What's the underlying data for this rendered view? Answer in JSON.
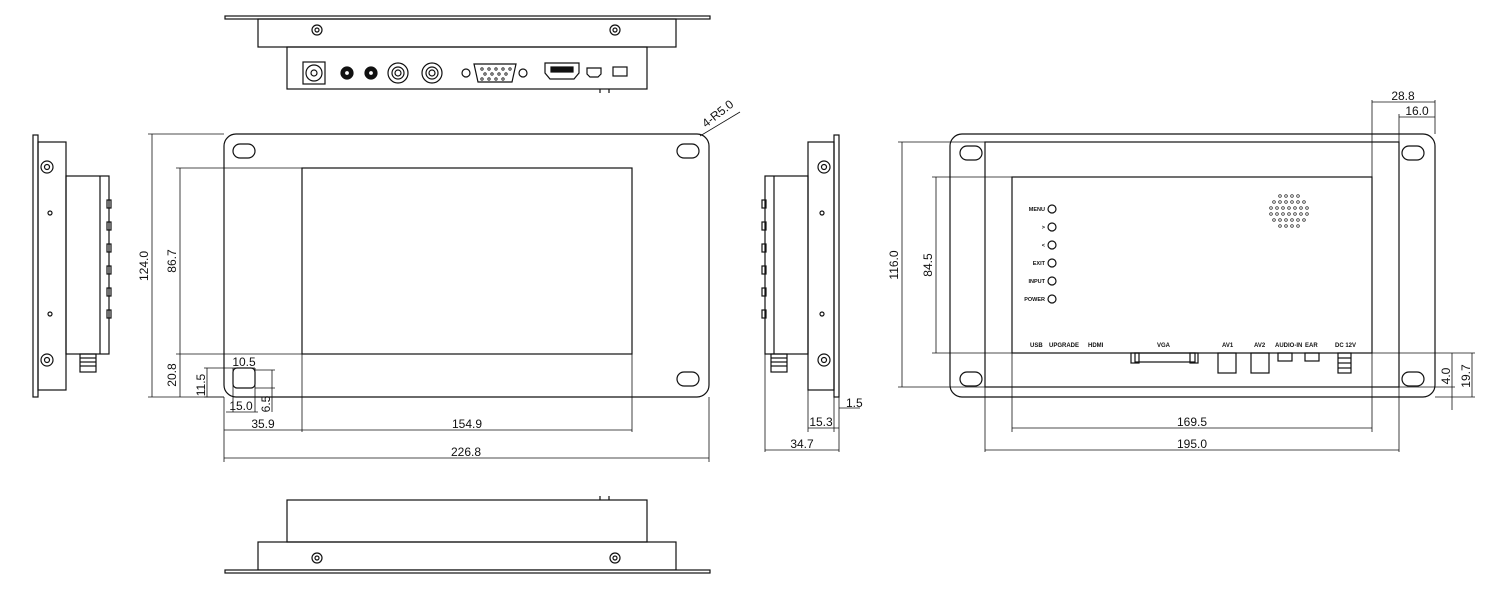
{
  "dimensions": {
    "hole_spec": "4-R5.0",
    "front_height_outer": "124.0",
    "front_height_screen": "86.7",
    "front_bottom_offset": "20.8",
    "front_slot_height": "11.5",
    "front_slot_width_top": "10.5",
    "front_slot_depth": "6.5",
    "front_slot_offset": "15.0",
    "front_left_margin": "35.9",
    "front_screen_width": "154.9",
    "front_total_width": "226.8",
    "side_bracket": "1.5",
    "side_depth": "15.3",
    "side_total_depth": "34.7",
    "rear_top_outer": "28.8",
    "rear_top_inner": "16.0",
    "rear_height_outer": "116.0",
    "rear_height_inner": "84.5",
    "rear_bottom_small": "4.0",
    "rear_bottom_large": "19.7",
    "rear_inner_width": "169.5",
    "rear_outer_width": "195.0"
  },
  "rear_panel": {
    "buttons": [
      "MENU",
      ">",
      "<",
      "EXIT",
      "INPUT",
      "POWER"
    ],
    "ports": [
      "USB",
      "UPGRADE",
      "HDMI",
      "VGA",
      "AV1",
      "AV2",
      "AUDIO-IN",
      "EAR",
      "DC 12V"
    ]
  }
}
